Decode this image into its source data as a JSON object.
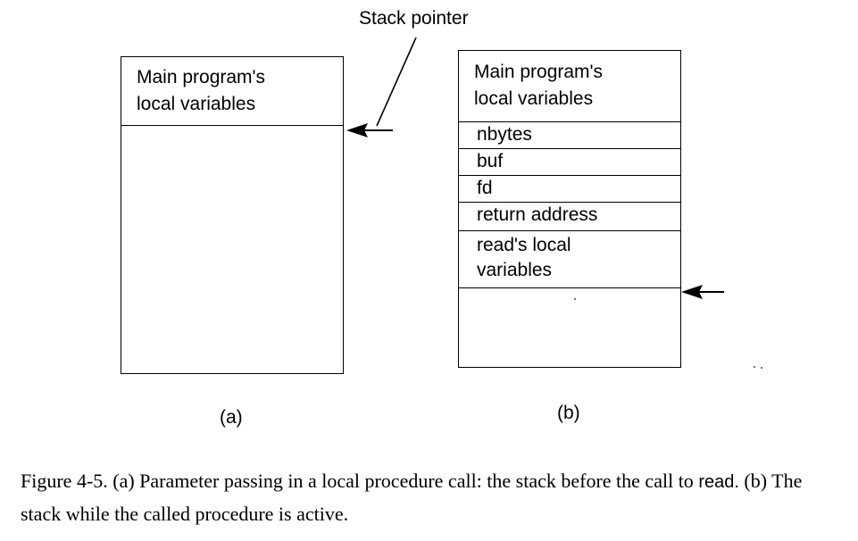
{
  "stack_pointer_label": "Stack pointer",
  "stack_a": {
    "label": "(a)",
    "cells": [
      "Main program's\nlocal variables"
    ]
  },
  "stack_b": {
    "label": "(b)",
    "cells": [
      "Main program's\nlocal variables",
      "nbytes",
      "buf",
      "fd",
      "return address",
      "read's local\nvariables"
    ]
  },
  "caption": {
    "figure": "Figure 4-5.",
    "part1": "(a) Parameter passing in a local procedure call: the stack before the call to",
    "code_read": "read.",
    "part2": "(b) The stack while the called procedure is active."
  }
}
